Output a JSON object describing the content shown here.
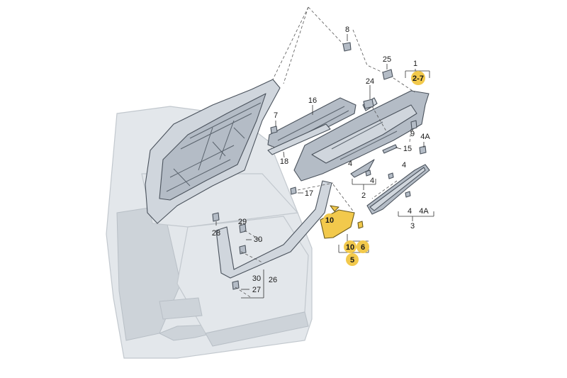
{
  "labels": {
    "p1": "1",
    "p2_7": "2-7",
    "p25": "25",
    "p8": "8",
    "p24": "24",
    "p16": "16",
    "p7": "7",
    "p9": "9",
    "p4a_top": "4A",
    "p15": "15",
    "p18": "18",
    "p4_a": "4",
    "p4_b": "4",
    "p4_c": "4",
    "p4_d": "4",
    "p2": "2",
    "p17": "17",
    "p4a_bottom": "4A",
    "p3": "3",
    "p10_top": "10",
    "p10_bottom": "10",
    "p6": "6",
    "p5": "5",
    "p28": "28",
    "p29": "29",
    "p30_top": "30",
    "p30_bottom": "30",
    "p26": "26",
    "p27": "27"
  },
  "highlight_color": "#f2c94c"
}
